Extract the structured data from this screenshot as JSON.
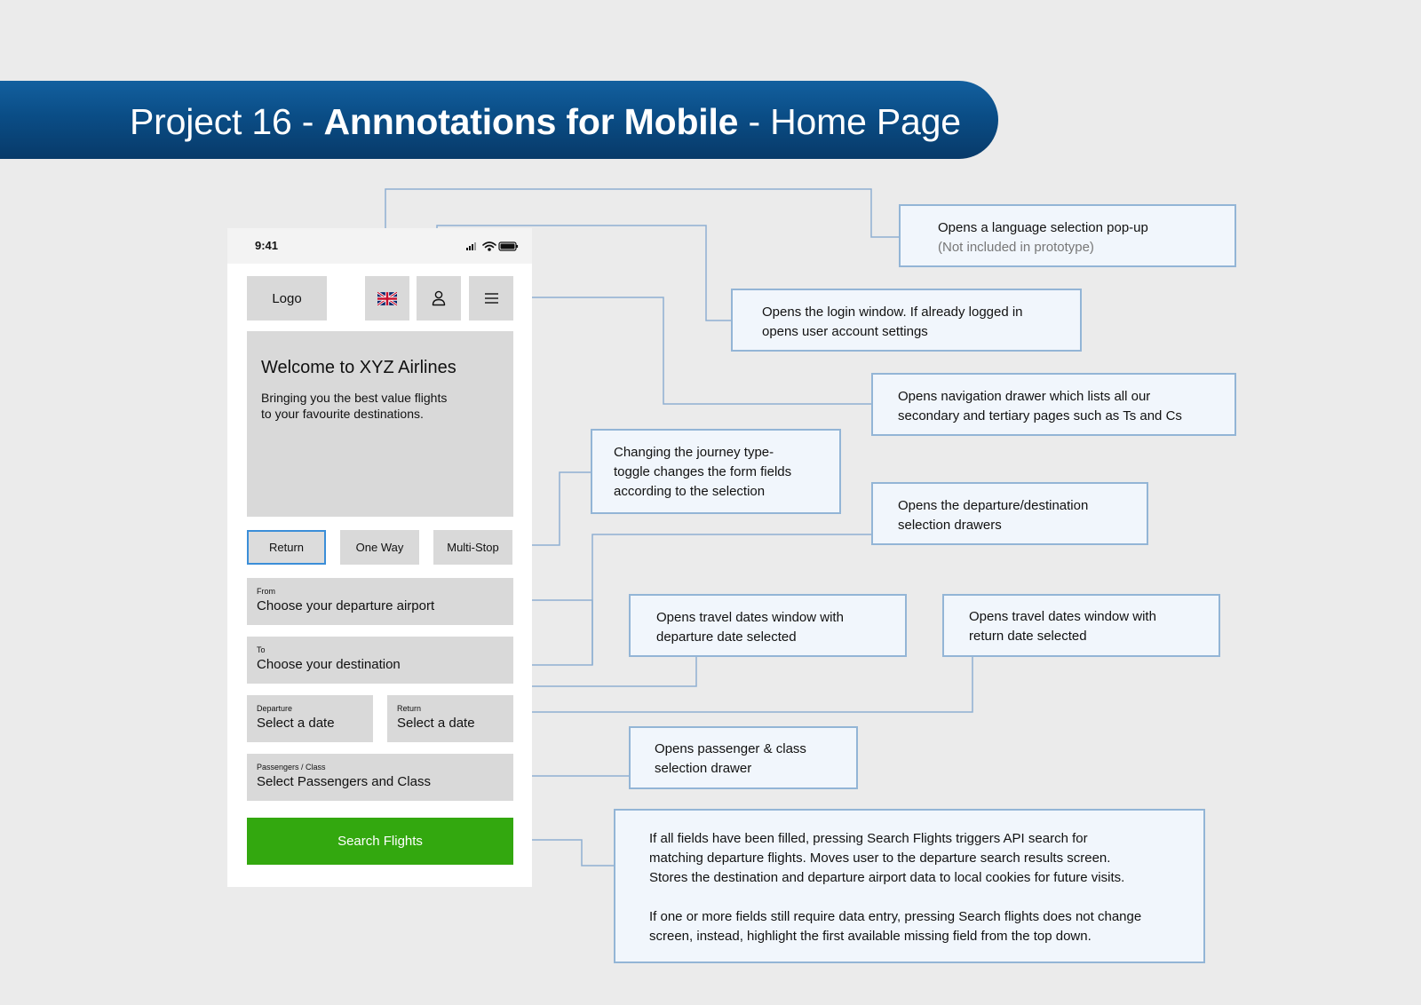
{
  "banner": {
    "prefix": "Project 16 - ",
    "bold": "Annnotations for Mobile",
    "suffix": " - Home Page"
  },
  "phone": {
    "status_time": "9:41",
    "logo_label": "Logo",
    "icons": {
      "language": "uk-flag-icon",
      "account": "user-icon",
      "menu": "hamburger-menu-icon",
      "signal": "signal-icon",
      "wifi": "wifi-icon",
      "battery": "battery-icon"
    },
    "hero": {
      "title": "Welcome to XYZ Airlines",
      "subtitle_line1": "Bringing you the best value flights",
      "subtitle_line2": "to your favourite destinations."
    },
    "journey_types": {
      "return": "Return",
      "one_way": "One Way",
      "multi_stop": "Multi-Stop",
      "selected": "Return"
    },
    "fields": {
      "from_label": "From",
      "from_value": "Choose your departure airport",
      "to_label": "To",
      "to_value": "Choose your destination",
      "departure_label": "Departure",
      "departure_value": "Select a date",
      "return_label": "Return",
      "return_value": "Select a date",
      "passengers_label": "Passengers / Class",
      "passengers_value": "Select Passengers and Class"
    },
    "search_button": "Search Flights",
    "colors": {
      "accent_border": "#3b8ed8",
      "search_button": "#33a80f"
    }
  },
  "annotations": {
    "language": {
      "line1": "Opens a language selection pop-up",
      "line2": "(Not included in prototype)"
    },
    "login": {
      "line1": "Opens the login window. If already logged in",
      "line2": "opens user account settings"
    },
    "navigation": {
      "line1": "Opens navigation drawer which lists all our",
      "line2": "secondary and tertiary pages such as Ts and Cs"
    },
    "journey_toggle": {
      "line1": "Changing the journey type-",
      "line2": "toggle changes the form fields",
      "line3": "according to the selection"
    },
    "airports": {
      "line1": "Opens the departure/destination",
      "line2": "selection drawers"
    },
    "departure_date": {
      "line1": "Opens travel dates window with",
      "line2": "departure date selected"
    },
    "return_date": {
      "line1": "Opens travel dates window with",
      "line2": "return date selected"
    },
    "passengers": {
      "line1": "Opens passenger & class",
      "line2": "selection drawer"
    },
    "search": {
      "p1_line1": "If all fields have been filled, pressing Search Flights triggers API search for",
      "p1_line2": "matching departure flights. Moves user to the departure search results screen.",
      "p1_line3": "Stores the destination and departure airport data to local cookies for future visits.",
      "p2_line1": "If one or more fields still require data entry, pressing Search flights does not change",
      "p2_line2": "screen, instead, highlight the first available missing field from the top down."
    }
  },
  "colors": {
    "banner_dark": "#083a69",
    "banner_light": "#13609f",
    "connector": "#8fb0d2",
    "annotation_bg": "#f1f6fc",
    "annotation_border": "#93b5d6"
  }
}
